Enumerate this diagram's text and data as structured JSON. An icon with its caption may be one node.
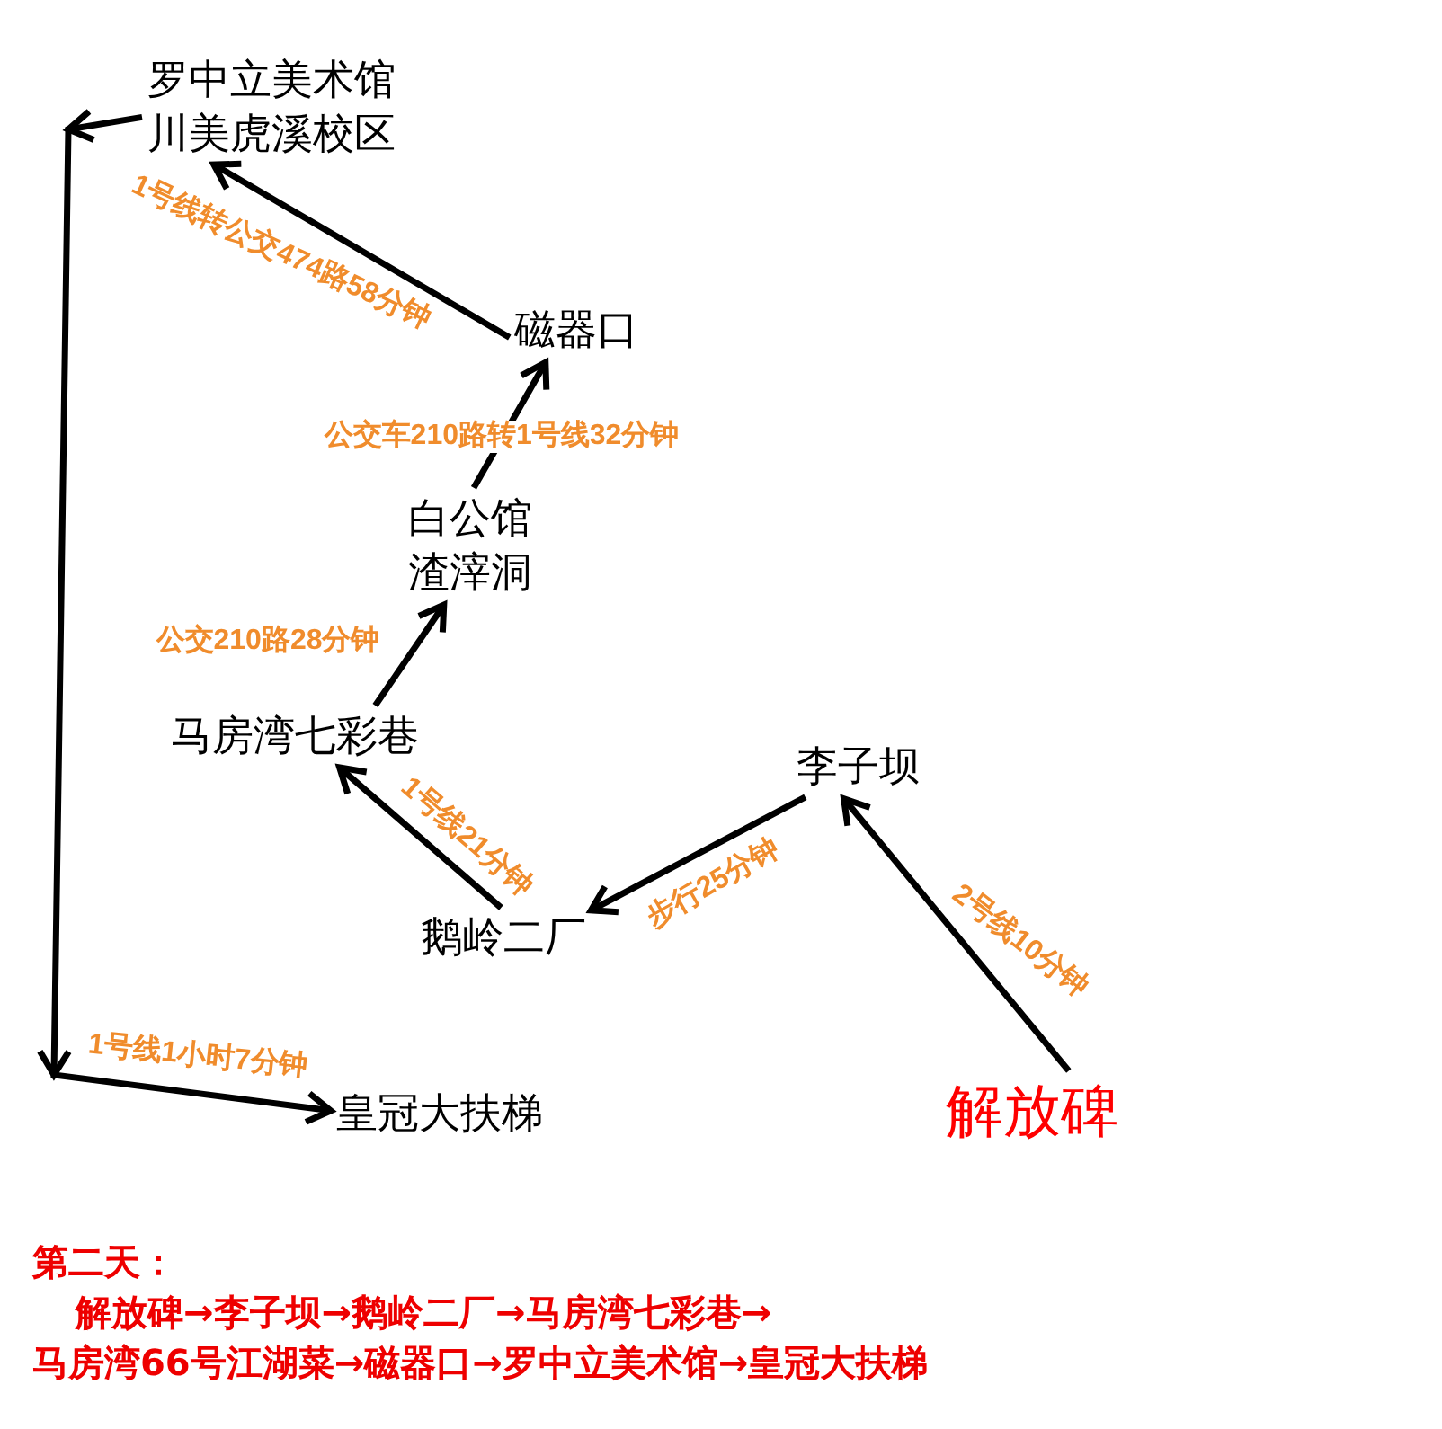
{
  "diagram": {
    "nodes": [
      {
        "text": [
          "罗中立美术馆",
          "川美虎溪校区"
        ]
      },
      {
        "text": [
          "磁器口"
        ]
      },
      {
        "text": [
          "白公馆",
          "渣滓洞"
        ]
      },
      {
        "text": [
          "马房湾七彩巷"
        ]
      },
      {
        "text": [
          "李子坝"
        ]
      },
      {
        "text": [
          "鹅岭二厂"
        ]
      },
      {
        "text": [
          "解放碑"
        ]
      },
      {
        "text": [
          "皇冠大扶梯"
        ]
      }
    ],
    "edges": [
      {
        "from": 6,
        "to": 4,
        "arrow": "to",
        "label": "2号线10分钟"
      },
      {
        "from": 4,
        "to": 5,
        "arrow": "to",
        "label": "步行25分钟"
      },
      {
        "from": 5,
        "to": 3,
        "arrow": "to",
        "label": "1号线21分钟"
      },
      {
        "from": 3,
        "to": 2,
        "arrow": "to",
        "label": "公交210路28分钟"
      },
      {
        "from": 2,
        "to": 1,
        "arrow": "to",
        "label": "公交车210路转1号线32分钟"
      },
      {
        "from": 1,
        "to": 0,
        "arrow": "to",
        "label": "1号线转公交474路58分钟"
      },
      {
        "from": 0,
        "to": 7,
        "arrow": "to",
        "label": "1号线1小时7分钟"
      }
    ],
    "labels": [
      "第二天：",
      "解放碑→李子坝→鹅岭二厂→马房湾七彩巷→",
      "马房湾66号江湖菜→磁器口→罗中立美术馆→皇冠大扶梯"
    ]
  }
}
